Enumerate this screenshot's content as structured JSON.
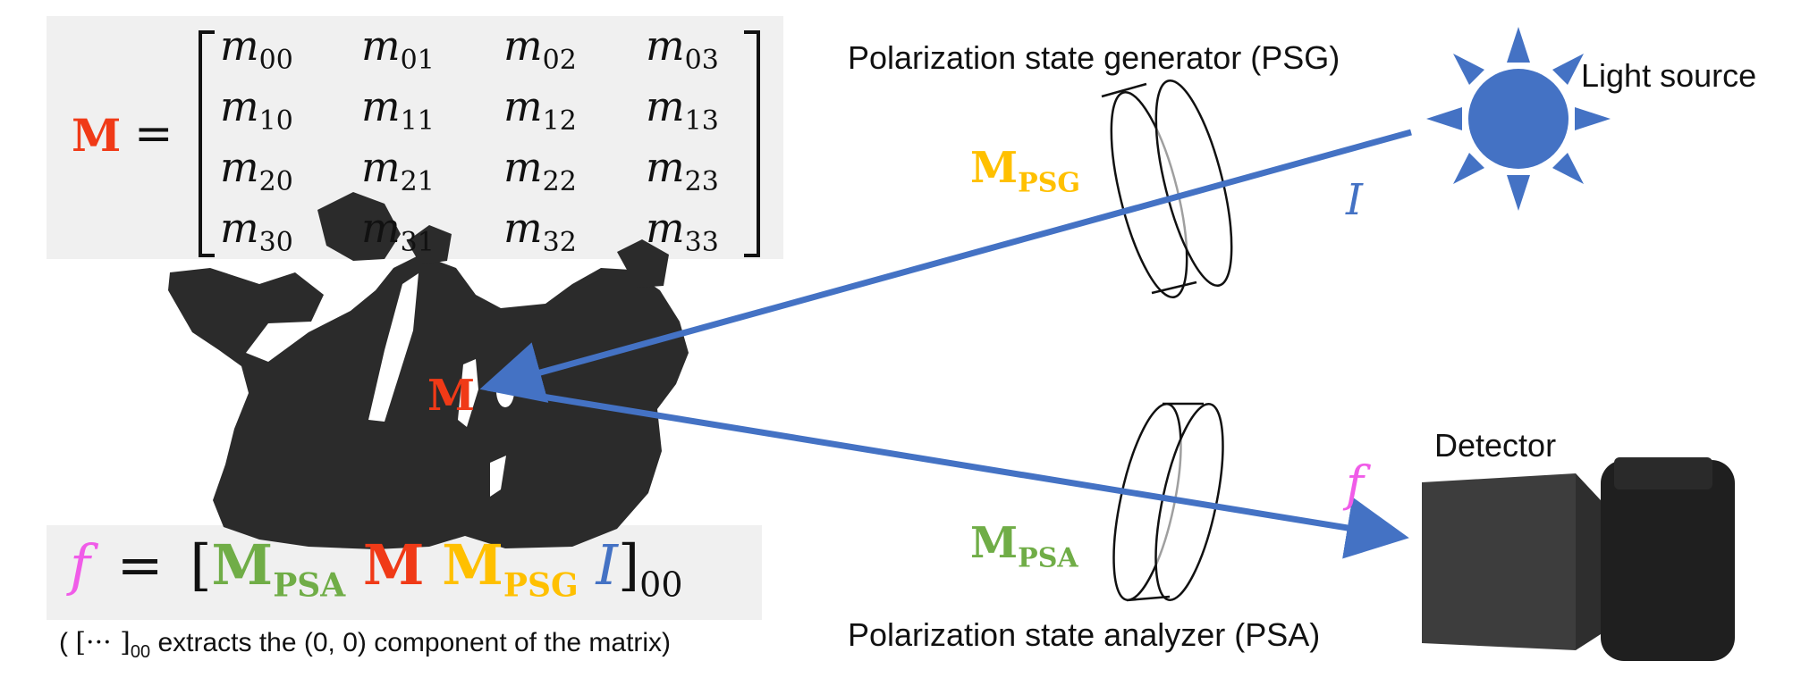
{
  "colors": {
    "matrix_red": "#f03a17",
    "psg_yellow": "#ffc000",
    "psa_green": "#70ad47",
    "intensity_blue": "#4472c4",
    "f_pink": "#f05ce8",
    "silhouette": "#2b2b2b",
    "panel_bg": "#f0f0f0"
  },
  "matrix": {
    "symbol": "M",
    "equals": "=",
    "entries": [
      [
        "m00",
        "m01",
        "m02",
        "m03"
      ],
      [
        "m10",
        "m11",
        "m12",
        "m13"
      ],
      [
        "m20",
        "m21",
        "m22",
        "m23"
      ],
      [
        "m30",
        "m31",
        "m32",
        "m33"
      ]
    ],
    "entry_letter": "m",
    "entry_subscripts": [
      [
        "00",
        "01",
        "02",
        "03"
      ],
      [
        "10",
        "11",
        "12",
        "13"
      ],
      [
        "20",
        "21",
        "22",
        "23"
      ],
      [
        "30",
        "31",
        "32",
        "33"
      ]
    ]
  },
  "object_label": "M",
  "formula": {
    "lhs": "f",
    "equals": "=",
    "open_bracket": "[",
    "psa_base": "M",
    "psa_sub": "PSA",
    "m": "M",
    "psg_base": "M",
    "psg_sub": "PSG",
    "intensity": "I",
    "close_bracket": "]",
    "outer_sub": "00",
    "note_open": "( ",
    "note_bracket": "[··· ]",
    "note_sub": "00",
    "note_text": " extracts the (0, 0) component of the matrix)"
  },
  "psg": {
    "title": "Polarization state generator (PSG)",
    "symbol_base": "M",
    "symbol_sub": "PSG"
  },
  "psa": {
    "title": "Polarization state analyzer (PSA)",
    "symbol_base": "M",
    "symbol_sub": "PSA"
  },
  "light_source_label": "Light source",
  "intensity_label": "I",
  "detector_label": "Detector",
  "detector_output_label": "f",
  "icons": [
    "sun-icon",
    "camera-icon",
    "polarizer-disk-icon",
    "dragon-silhouette"
  ]
}
